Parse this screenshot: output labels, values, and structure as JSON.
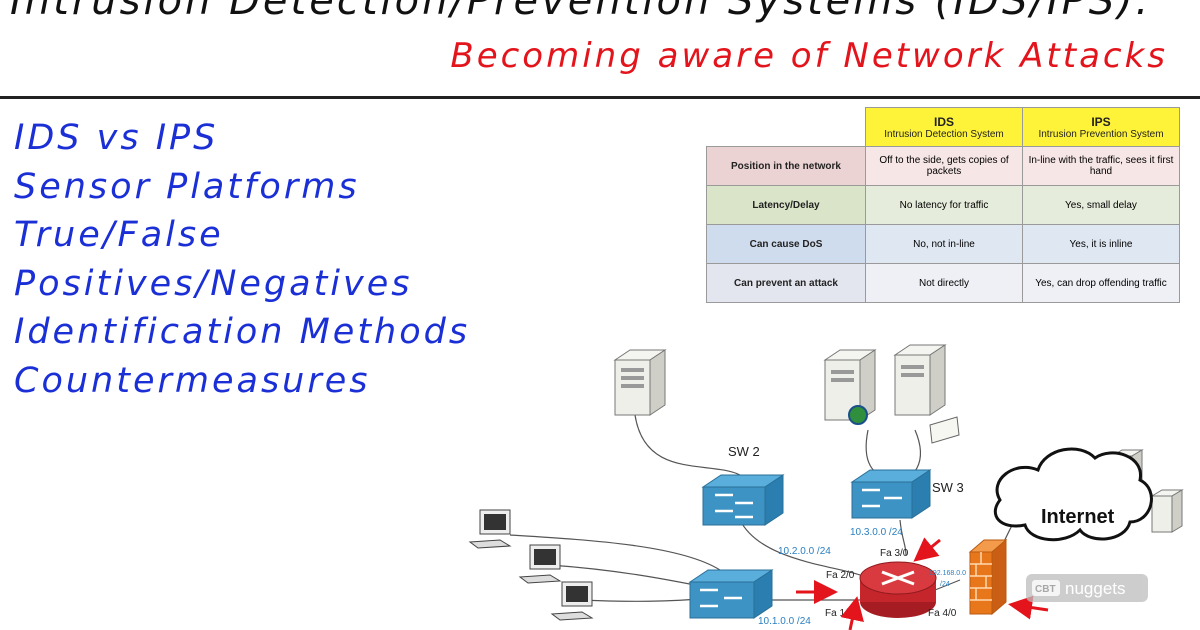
{
  "title": {
    "line1": "Intrusion Detection/Prevention Systems (IDS/IPS):",
    "line2": "Becoming aware of Network Attacks"
  },
  "topics": [
    "IDS vs IPS",
    "Sensor Platforms",
    "True/False",
    "Positives/Negatives",
    "Identification Methods",
    "Countermeasures"
  ],
  "table": {
    "columns": [
      {
        "abbr": "IDS",
        "full": "Intrusion Detection System"
      },
      {
        "abbr": "IPS",
        "full": "Intrusion Prevention System"
      }
    ],
    "rows": [
      {
        "label": "Position in the network",
        "ids": "Off to the side, gets copies of packets",
        "ips": "In-line with the traffic, sees it first hand"
      },
      {
        "label": "Latency/Delay",
        "ids": "No latency for traffic",
        "ips": "Yes, small delay"
      },
      {
        "label": "Can cause DoS",
        "ids": "No, not in-line",
        "ips": "Yes, it is inline"
      },
      {
        "label": "Can prevent an attack",
        "ids": "Not directly",
        "ips": "Yes, can drop offending traffic"
      }
    ]
  },
  "network": {
    "sw2": "SW 2",
    "sw3": "SW 3",
    "internet": "Internet",
    "net_10_3": "10.3.0.0 /24",
    "net_10_2": "10.2.0.0 /24",
    "net_10_1": "10.1.0.0 /24",
    "net_192_a": "192.168.0.0",
    "net_192_b": "/24",
    "fa30": "Fa 3/0",
    "fa20": "Fa 2/0",
    "fa10": "Fa 1/0",
    "fa40": "Fa 4/0",
    "colors": {
      "switch": "#3d93c4",
      "router": "#d32a2f",
      "firewall": "#e8761a",
      "arrow": "#e3141b",
      "network_label": "#2a7fc1"
    }
  },
  "watermark": {
    "brand": "CBT",
    "text": "nuggets"
  }
}
